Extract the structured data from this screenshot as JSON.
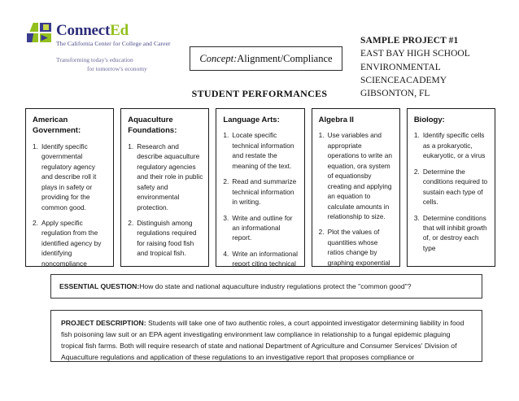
{
  "header": {
    "logo": {
      "title_main": "Connect",
      "title_accent": "Ed",
      "subtitle": "The California Center for College and Career",
      "tagline_line1": "Transforming today's education",
      "tagline_line2": "for tomorrow's economy"
    },
    "concept": {
      "lead": "Concept:",
      "value": "Alignment/Compliance"
    },
    "project_meta": {
      "line1": "SAMPLE PROJECT #1",
      "line2": "EAST BAY HIGH SCHOOL",
      "line3": "ENVIRONMENTAL SCIENCEACADEMY",
      "line4": "GIBSONTON, FL"
    }
  },
  "section_title": "STUDENT PERFORMANCES",
  "columns": [
    {
      "title": "American\nGovernment:",
      "items": [
        {
          "num": "1.",
          "text": "Identify specific governmental regulatory agency and describe roll it plays in safety or providing for the common good."
        },
        {
          "num": "2.",
          "text": "Apply specific regulation from the identified agency by identifying noncompliance issues and the consequence"
        }
      ]
    },
    {
      "title": "Aquaculture\nFoundations:",
      "items": [
        {
          "num": "1.",
          "text": "Research and describe aquaculture regulatory agencies and their role in public safety and environmental protection."
        },
        {
          "num": "2.",
          "text": "Distinguish among regulations required for raising food fish and tropical fish."
        }
      ]
    },
    {
      "title": "Language Arts:",
      "items": [
        {
          "num": "1.",
          "text": "Locate specific technical information and restate the meaning of the text."
        },
        {
          "num": "2.",
          "text": "Read and summarize technical information in writing."
        },
        {
          "num": "3.",
          "text": "Write and outline for an informational report."
        },
        {
          "num": "4.",
          "text": "Write an informational report citing technical"
        }
      ]
    },
    {
      "title": "Algebra II",
      "items": [
        {
          "num": "1.",
          "text": "Use variables and appropriate operations to write an equation, ora system of equationsby creating and applying an equation to calculate amounts in relationship to size."
        },
        {
          "num": "2.",
          "text": "Plot the values of quantities whose ratios change by graphing exponential rates of"
        }
      ]
    },
    {
      "title": "Biology:",
      "items": [
        {
          "num": "1.",
          "text": "Identify specific cells as a prokaryotic, eukaryotic, or a virus"
        },
        {
          "num": "2.",
          "text": "Determine the conditions required to sustain each type of cells."
        },
        {
          "num": "3.",
          "text": "Determine conditions that will inhibit growth of, or destroy each type"
        }
      ]
    }
  ],
  "essential_question": {
    "label": "ESSENTIAL QUESTION:",
    "text": "How do state and national aquaculture industry regulations protect the \"common good\"?"
  },
  "project_description": {
    "label": "PROJECT DESCRIPTION:",
    "text": " Students will take one of two authentic roles, a court appointed investigator determining liability in food fish poisoning law suit or an EPA agent investigating environment law compliance in relationship to a fungal epidemic plaguing tropical fish farms. Both will require research of state and national Department of Agriculture and Consumer Services' Division of Aquaculture regulations and application of these regulations to an investigative report that proposes compliance or"
  }
}
